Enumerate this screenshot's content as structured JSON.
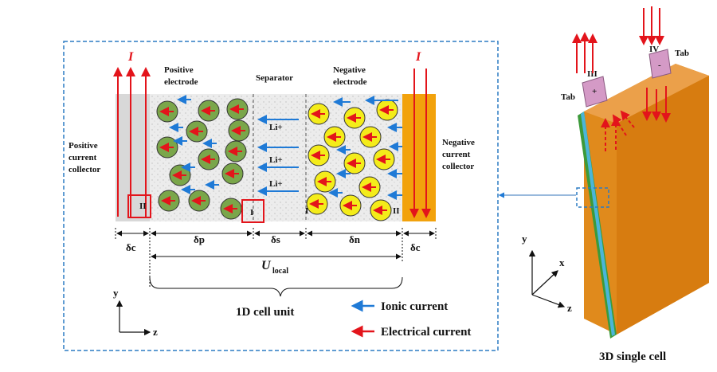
{
  "labels": {
    "current_top_left": "I",
    "current_top_right": "I",
    "positive_electrode": [
      "Positive",
      "electrode"
    ],
    "separator": "Separator",
    "negative_electrode": [
      "Negative",
      "electrode"
    ],
    "positive_collector": [
      "Positive",
      "current",
      "collector"
    ],
    "negative_collector": [
      "Negative",
      "current",
      "collector"
    ],
    "li_ion": "Li+",
    "roman_I": "I",
    "roman_II": "II",
    "roman_III": "III",
    "roman_IV": "IV",
    "delta_c_left": "δc",
    "delta_p": "δp",
    "delta_s": "δs",
    "delta_n": "δn",
    "delta_c_right": "δc",
    "u_local_U": "U",
    "u_local_sub": "local",
    "cell_unit": "1D cell unit",
    "ionic_current": "Ionic current",
    "electrical_current": "Electrical current",
    "axis_y": "y",
    "axis_z": "z",
    "axis_x": "x",
    "tab": "Tab",
    "plus": "+",
    "minus": "-",
    "single_cell": "3D single cell"
  },
  "colors": {
    "ionic": "#1f7ad6",
    "electrical": "#e3141b",
    "positive_particle": "#7aa64a",
    "negative_particle": "#f4ec1a",
    "neg_collector": "#f2a20c",
    "pos_collector": "#d8d8d8",
    "frame": "#2b7bc4",
    "cell_body": "#e08a1c",
    "tab": "#d49ac6"
  },
  "icons": [
    "arrow-up-icon",
    "arrow-down-icon",
    "arrow-left-icon",
    "axis-icon"
  ]
}
